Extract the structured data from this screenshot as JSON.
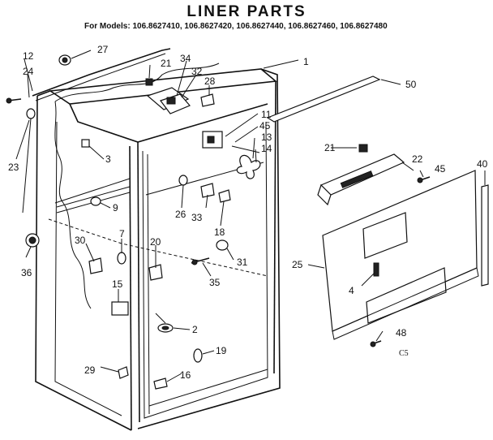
{
  "title": "LINER PARTS",
  "subtitle": "For Models: 106.8627410, 106.8627420, 106.8627440, 106.8627460, 106.8627480",
  "figure_code": "C5",
  "callouts": [
    {
      "id": "c1",
      "text": "1"
    },
    {
      "id": "c2",
      "text": "2"
    },
    {
      "id": "c3",
      "text": "3"
    },
    {
      "id": "c4",
      "text": "4"
    },
    {
      "id": "c7",
      "text": "7"
    },
    {
      "id": "c9",
      "text": "9"
    },
    {
      "id": "c11",
      "text": "11"
    },
    {
      "id": "c12",
      "text": "12"
    },
    {
      "id": "c13",
      "text": "13"
    },
    {
      "id": "c14",
      "text": "14"
    },
    {
      "id": "c15",
      "text": "15"
    },
    {
      "id": "c16",
      "text": "16"
    },
    {
      "id": "c18",
      "text": "18"
    },
    {
      "id": "c19",
      "text": "19"
    },
    {
      "id": "c20",
      "text": "20"
    },
    {
      "id": "c21a",
      "text": "21"
    },
    {
      "id": "c21b",
      "text": "21"
    },
    {
      "id": "c22",
      "text": "22"
    },
    {
      "id": "c23",
      "text": "23"
    },
    {
      "id": "c24",
      "text": "24"
    },
    {
      "id": "c25",
      "text": "25"
    },
    {
      "id": "c26",
      "text": "26"
    },
    {
      "id": "c27",
      "text": "27"
    },
    {
      "id": "c28",
      "text": "28"
    },
    {
      "id": "c29",
      "text": "29"
    },
    {
      "id": "c30",
      "text": "30"
    },
    {
      "id": "c31",
      "text": "31"
    },
    {
      "id": "c32",
      "text": "32"
    },
    {
      "id": "c33",
      "text": "33"
    },
    {
      "id": "c34",
      "text": "34"
    },
    {
      "id": "c35",
      "text": "35"
    },
    {
      "id": "c36",
      "text": "36"
    },
    {
      "id": "c40",
      "text": "40"
    },
    {
      "id": "c45a",
      "text": "45"
    },
    {
      "id": "c45b",
      "text": "45"
    },
    {
      "id": "c48",
      "text": "48"
    },
    {
      "id": "c50",
      "text": "50"
    }
  ]
}
